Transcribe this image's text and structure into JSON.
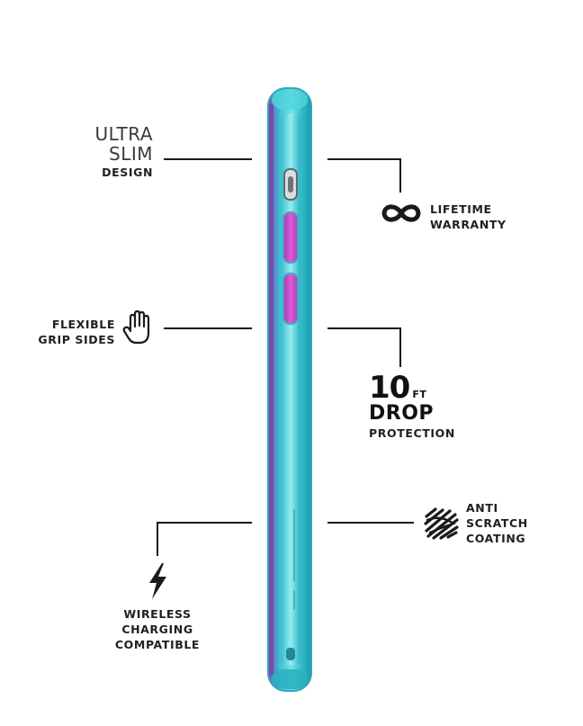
{
  "features": {
    "ultra_slim": {
      "line1": "ULTRA",
      "line2": "SLIM",
      "line3": "DESIGN"
    },
    "lifetime": {
      "line1": "LIFETIME",
      "line2": "WARRANTY"
    },
    "grip": {
      "line1": "FLEXIBLE",
      "line2": "GRIP SIDES"
    },
    "drop": {
      "number": "10",
      "unit": "FT",
      "word": "DROP",
      "sub": "PROTECTION"
    },
    "scratch": {
      "line1": "ANTI",
      "line2": "SCRATCH",
      "line3": "COATING"
    },
    "wireless": {
      "line1": "WIRELESS",
      "line2": "CHARGING",
      "line3": "COMPATIBLE"
    }
  },
  "icons": {
    "lifetime": "infinity-icon",
    "grip": "hand-icon",
    "scratch": "scribble-icon",
    "wireless": "lightning-bolt-icon"
  },
  "colors": {
    "case_teal": "#37c8d2",
    "case_purple": "#8a4bb0",
    "button_pink": "#d34fc8",
    "ink": "#1a1a1a"
  }
}
